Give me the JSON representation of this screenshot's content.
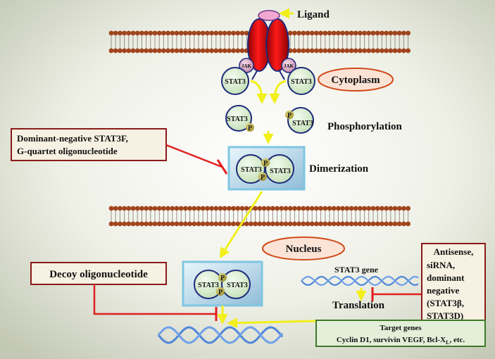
{
  "labels": {
    "ligand": "Ligand",
    "cytoplasm": "Cytoplasm",
    "phosphorylation": "Phosphorylation",
    "dimerization": "Dimerization",
    "nucleus": "Nucleus",
    "stat3_gene": "STAT3 gene",
    "translation": "Translation",
    "jak": "JAK",
    "stat3": "STAT3",
    "p": "P"
  },
  "inhibitors": {
    "dominant_negative": [
      "Dominant-negative STAT3F,",
      "G-quartet oligonucleotide"
    ],
    "decoy": "Decoy oligonucleotide",
    "antisense": [
      "Antisense,",
      "siRNA,",
      "dominant",
      "negative",
      "(STAT3β,",
      "STAT3D)"
    ]
  },
  "target_genes": {
    "title": "Target genes",
    "line": "Cyclin D1, survivin VEGF, Bcl-X",
    "subscript": "L",
    "suffix": ", etc."
  },
  "colors": {
    "background_center": "#ffffff",
    "background_edge": "#c4c9b6",
    "membrane_bead": "#a0441c",
    "membrane_lipid": "#9a8f86",
    "receptor": "#e00b0b",
    "receptor_outline": "#1e2a7a",
    "ligand_fill": "#f3a8d2",
    "stat3_fill": "#d9efcf",
    "arrow_yellow": "#f2ef1a",
    "inhibit_red": "#e02020",
    "box_border": "#8b1a1a",
    "box_fill": "#f6f1e2",
    "label_ellipse_border": "#d04a1a",
    "label_ellipse_fill": "#fbe3d6",
    "dna_blue": "#4f86d8",
    "target_box_fill": "#e4efd9",
    "target_box_border": "#3d7a2a"
  }
}
